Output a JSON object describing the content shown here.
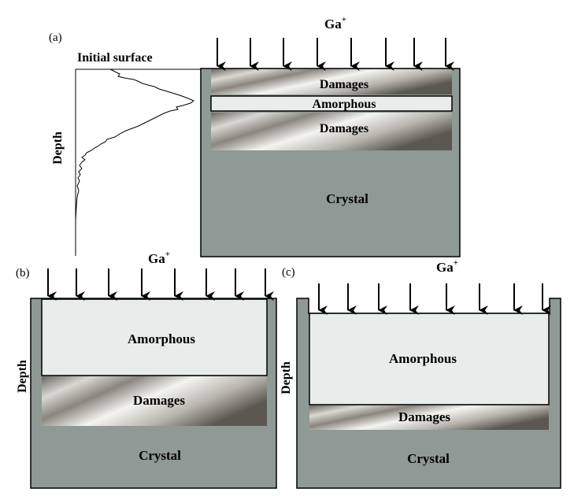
{
  "panels": {
    "a": {
      "label": "(a)",
      "ion": "Ga",
      "ion_charge": "+",
      "initial_surface": "Initial surface",
      "depth": "Depth",
      "layers": {
        "damages_top": "Damages",
        "amorphous": "Amorphous",
        "damages_bottom": "Damages",
        "crystal": "Crystal"
      }
    },
    "b": {
      "label": "(b)",
      "ion": "Ga",
      "ion_charge": "+",
      "depth": "Depth",
      "layers": {
        "amorphous": "Amorphous",
        "damages": "Damages",
        "crystal": "Crystal"
      }
    },
    "c": {
      "label": "(c)",
      "ion": "Ga",
      "ion_charge": "+",
      "depth": "Depth",
      "layers": {
        "amorphous": "Amorphous",
        "damages": "Damages",
        "crystal": "Crystal"
      }
    }
  },
  "colors": {
    "crystal": "#8f9995",
    "amorphous": "#e8eceb",
    "damage_light": "#f2f2ee",
    "damage_dark": "#5e5a55",
    "line": "#000000"
  }
}
